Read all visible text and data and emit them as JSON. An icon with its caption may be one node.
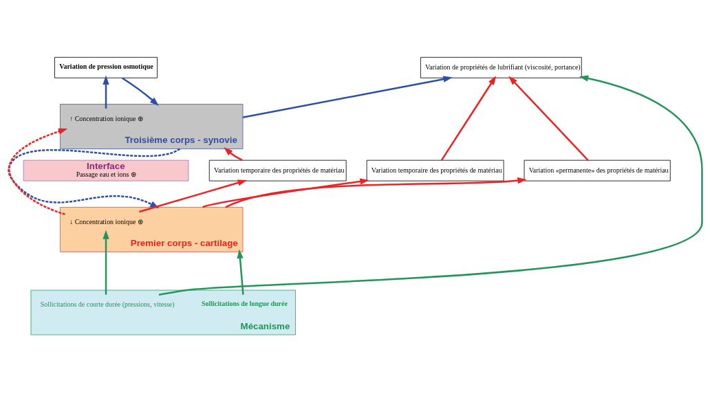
{
  "diagram": {
    "nodes": [
      {
        "text": [
          "Troisième corps - synovie"
        ]
      },
      {
        "text": [
          "↑ Concentration ionique ⊕"
        ],
        "in": 0
      },
      {
        "text": [
          "Interface",
          "Passage eau et ions ⊕"
        ]
      },
      {
        "text": [
          "Premier corps - cartilage"
        ]
      },
      {
        "text": [
          "↓ Concentration ionique ⊕"
        ],
        "in": 3
      },
      {
        "text": [
          "Mécanisme"
        ]
      },
      {
        "text": [
          "Sollicitations de courte durée (pressions, vitesse)"
        ],
        "in": 5
      },
      {
        "text": [
          "Sollicitations de longue durée"
        ],
        "in": 5
      },
      {
        "text": [
          "Variation de pression osmotique"
        ]
      },
      {
        "text": [
          "Variation de propriétés de lubrifiant (viscosité, portance)"
        ]
      },
      {
        "text": [
          "Variation temporaire des propriétés de matériau"
        ]
      },
      {
        "text": [
          "Variation temporaire des propriétés de matériau"
        ]
      },
      {
        "text": [
          "Variation «permanente» des propriétés de matériau"
        ]
      }
    ],
    "edges": [
      {
        "from": 1,
        "to": 8,
        "arrow": "to",
        "color": "#2e4fa8"
      },
      {
        "from": 8,
        "to": 0,
        "arrow": "to",
        "color": "#2e4fa8"
      },
      {
        "from": 0,
        "to": 3,
        "arrow": "to",
        "style": "dashed",
        "color": "#2e4fa8"
      },
      {
        "from": 10,
        "to": 0,
        "arrow": "to"
      },
      {
        "from": 0,
        "to": 9,
        "arrow": "to",
        "color": "#2e4fa8"
      },
      {
        "from": 4,
        "to": 10,
        "arrow": "to"
      },
      {
        "from": 4,
        "to": 1,
        "arrow": "to",
        "style": "dashed"
      },
      {
        "from": 6,
        "to": 4,
        "arrow": "to",
        "color": "#22955a"
      },
      {
        "from": 6,
        "to": 9,
        "arrow": "to",
        "color": "#22955a"
      },
      {
        "from": 3,
        "to": 11,
        "arrow": "to"
      },
      {
        "from": 11,
        "to": 9,
        "arrow": "to"
      },
      {
        "from": 7,
        "to": 3,
        "arrow": "to",
        "color": "#22955a"
      },
      {
        "from": 3,
        "to": 12,
        "arrow": "to"
      },
      {
        "from": 12,
        "to": 9,
        "arrow": "to"
      }
    ]
  }
}
